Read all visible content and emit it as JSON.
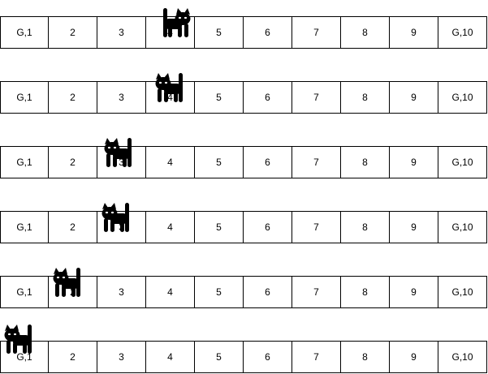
{
  "rows": [
    {
      "cells": [
        "G,1",
        "2",
        "3",
        "4",
        "5",
        "6",
        "7",
        "8",
        "9",
        "G,10"
      ],
      "cat_cell": 4,
      "cat_facing": "right"
    },
    {
      "cells": [
        "G,1",
        "2",
        "3",
        "4",
        "5",
        "6",
        "7",
        "8",
        "9",
        "G,10"
      ],
      "cat_cell": 4,
      "cat_facing": "left"
    },
    {
      "cells": [
        "G,1",
        "2",
        "3",
        "4",
        "5",
        "6",
        "7",
        "8",
        "9",
        "G,10"
      ],
      "cat_cell": 3,
      "cat_facing": "left"
    },
    {
      "cells": [
        "G,1",
        "2",
        "3",
        "4",
        "5",
        "6",
        "7",
        "8",
        "9",
        "G,10"
      ],
      "cat_cell": 3,
      "cat_facing": "left"
    },
    {
      "cells": [
        "G,1",
        "2",
        "3",
        "4",
        "5",
        "6",
        "7",
        "8",
        "9",
        "G,10"
      ],
      "cat_cell": 2,
      "cat_facing": "left"
    },
    {
      "cells": [
        "G,1",
        "2",
        "3",
        "4",
        "5",
        "6",
        "7",
        "8",
        "9",
        "G,10"
      ],
      "cat_cell": 1,
      "cat_facing": "left"
    }
  ],
  "icons": {
    "cat": "cat-icon"
  },
  "colors": {
    "cell_border": "#000000",
    "cat": "#000000"
  }
}
